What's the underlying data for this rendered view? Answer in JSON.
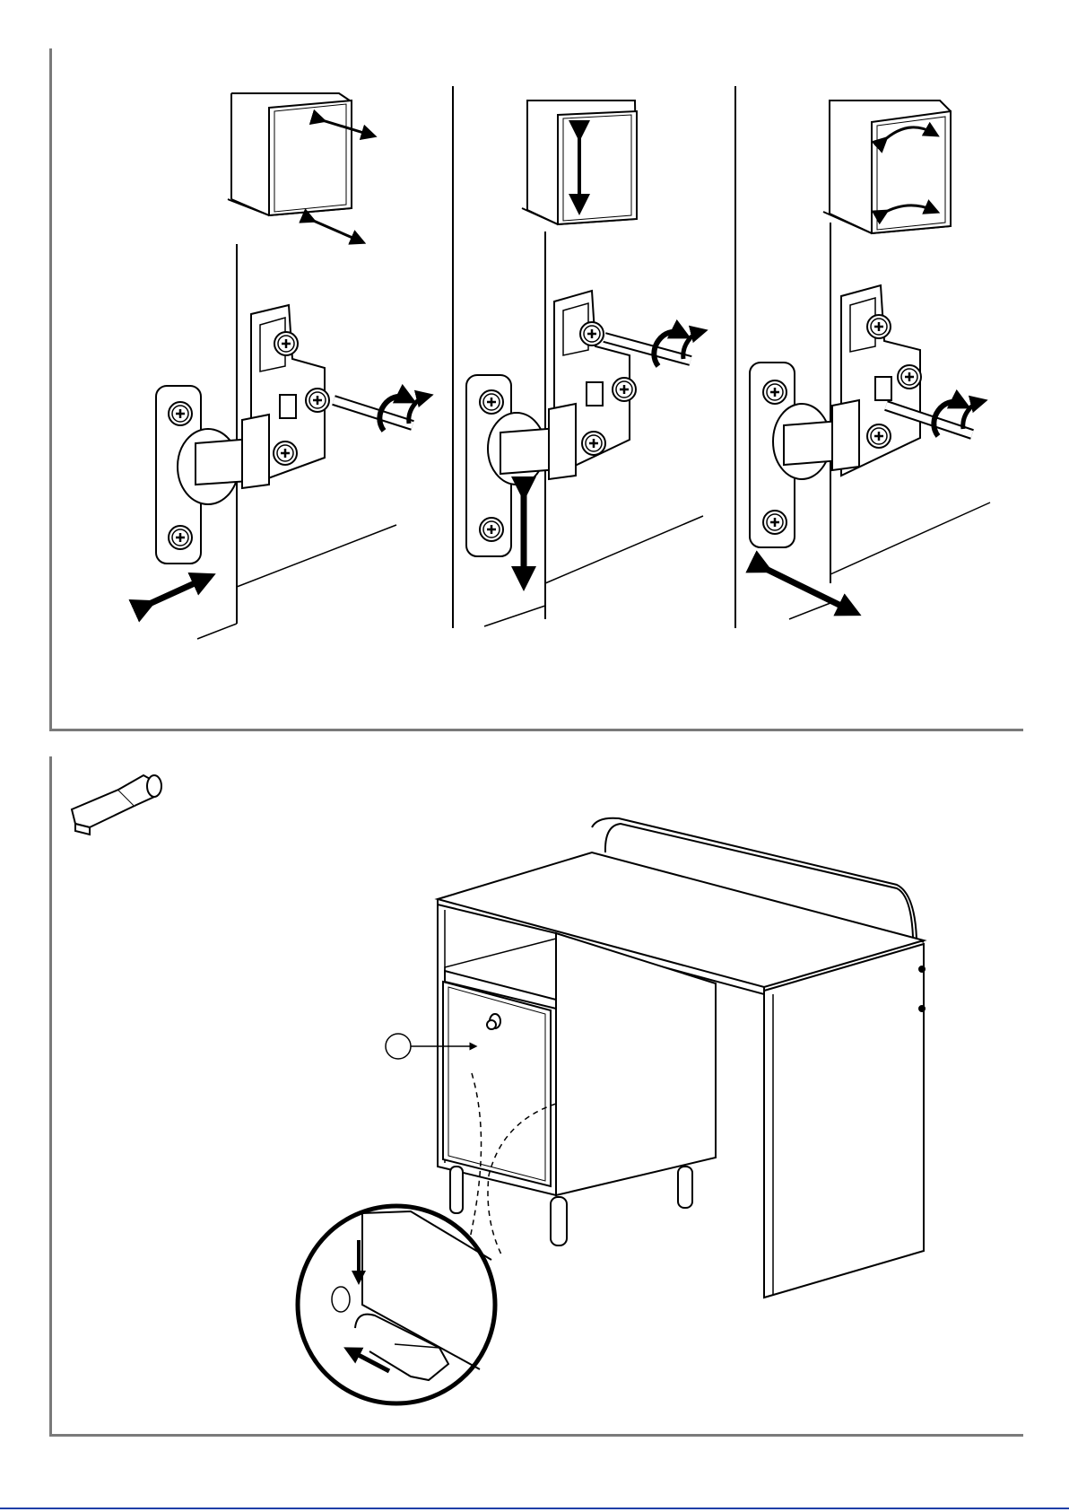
{
  "page": {
    "background": "#ffffff",
    "frame_color": "#7a7a7a",
    "footer_bar_color": "#1f3fa8"
  },
  "top_section": {
    "panels": [
      {
        "id": "hinge-depth-adjust",
        "door_arrows": "diagonal-double-arrows-icon",
        "screw_icon": "screwdriver-rotate-icon",
        "main_arrow": "horizontal-double-arrow-icon"
      },
      {
        "id": "hinge-height-adjust",
        "door_arrows": "vertical-double-arrow-icon",
        "screw_icon": "screwdriver-rotate-icon",
        "main_arrow": "vertical-double-arrow-icon"
      },
      {
        "id": "hinge-side-adjust",
        "door_arrows": "curved-double-arrows-icon",
        "screw_icon": "screwdriver-rotate-icon",
        "main_arrow": "diagonal-double-arrow-icon"
      }
    ]
  },
  "bottom_section": {
    "part_icon": "shelf-support-pin-icon",
    "callout_label": "",
    "detail_icon": "magnified-detail-circle-icon"
  }
}
